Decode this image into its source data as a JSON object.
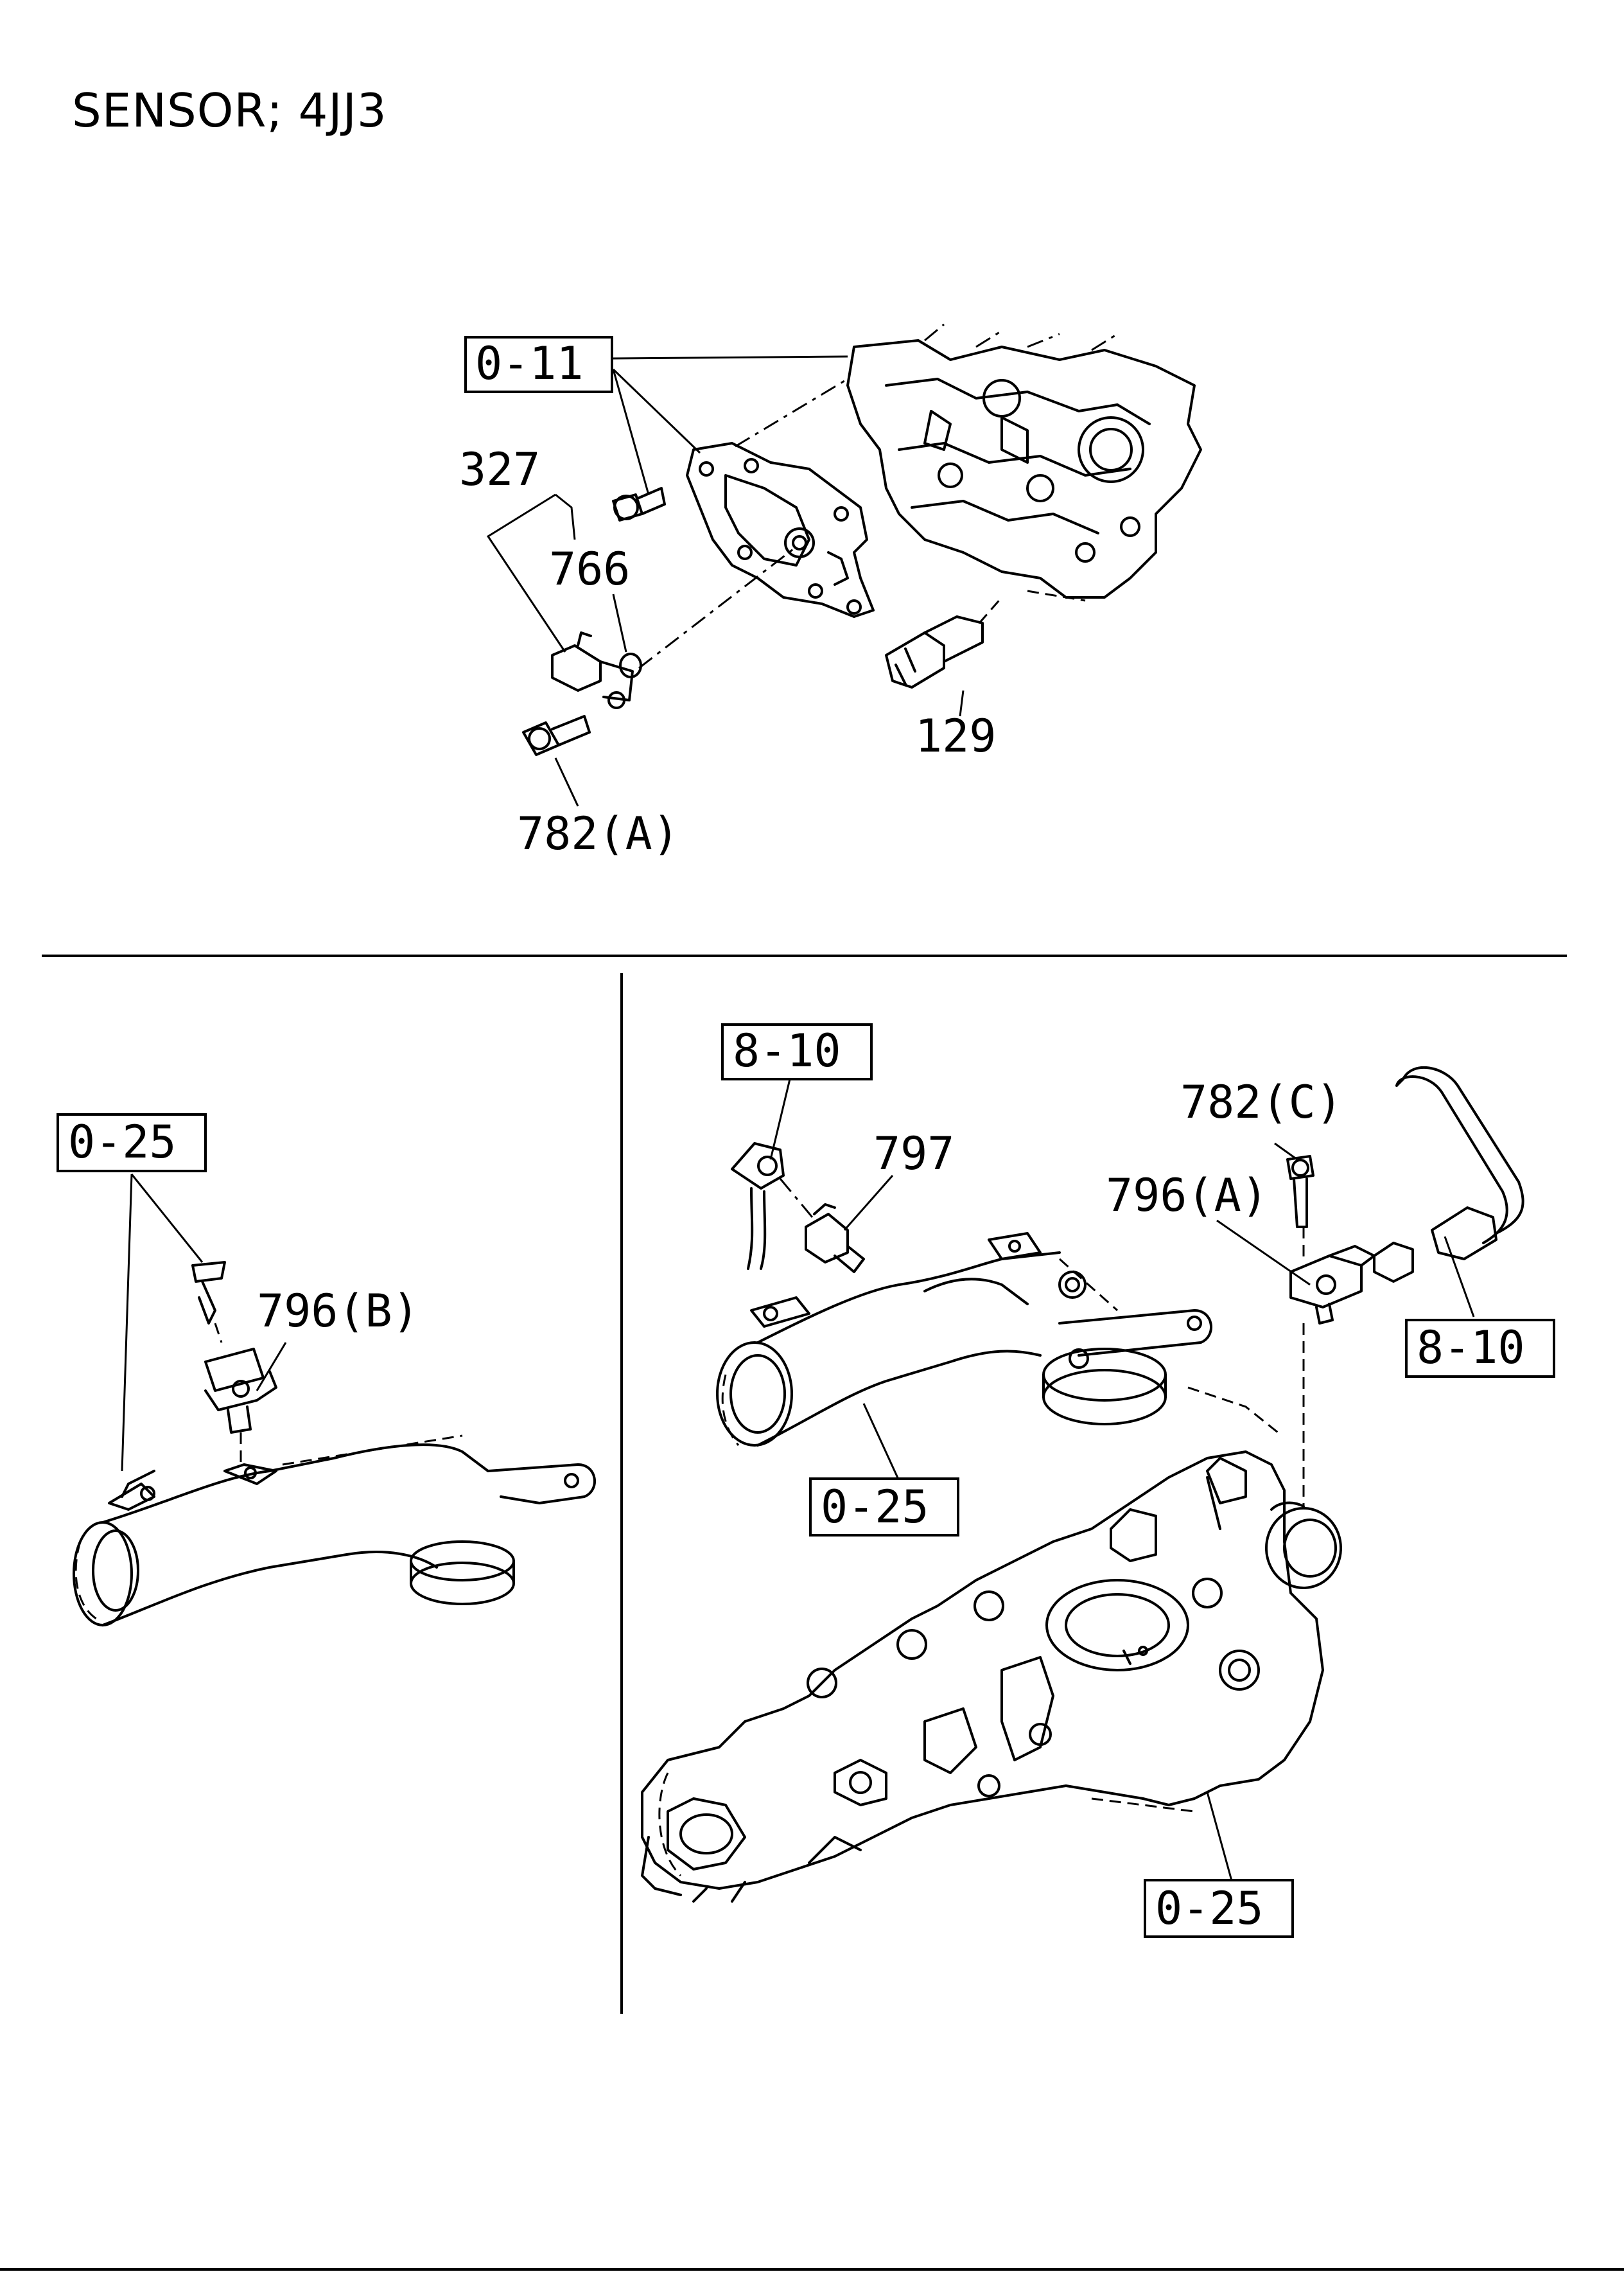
{
  "title": "SENSOR; 4JJ3",
  "callouts": {
    "top": {
      "ref_box": "0-11",
      "part_327": "327",
      "part_766": "766",
      "part_129": "129",
      "part_782a": "782(A)"
    },
    "bottom_left": {
      "ref_box": "0-25",
      "part_796b": "796(B)"
    },
    "bottom_right": {
      "ref_box_8_10_left": "8-10",
      "part_797": "797",
      "part_782c": "782(C)",
      "part_796a": "796(A)",
      "ref_box_8_10_right": "8-10",
      "ref_box_0_25_pipe": "0-25",
      "ref_box_0_25_manifold": "0-25"
    }
  }
}
